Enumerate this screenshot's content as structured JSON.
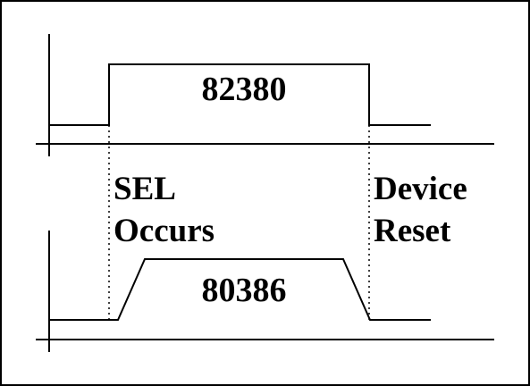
{
  "diagram": {
    "upper_waveform_label": "82380",
    "lower_waveform_label": "80386",
    "left_event": {
      "line1": "SEL",
      "line2": "Occurs"
    },
    "right_event": {
      "line1": "Device",
      "line2": "Reset"
    },
    "colors": {
      "stroke": "#000000",
      "background": "#ffffff"
    }
  }
}
